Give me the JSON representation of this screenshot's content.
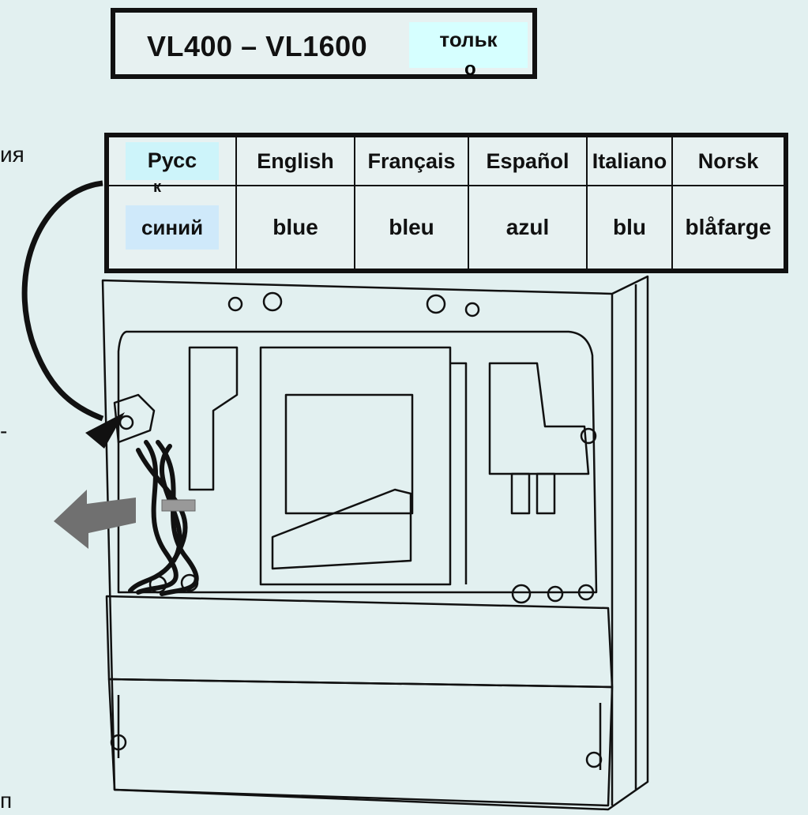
{
  "title": {
    "main": "VL400 – VL1600",
    "note": "тольк",
    "note_tail": "о"
  },
  "table": {
    "headers": [
      "Русс",
      "English",
      "Français",
      "Español",
      "Italiano",
      "Norsk"
    ],
    "ru_header_tail": "к",
    "values": [
      "синий",
      "blue",
      "bleu",
      "azul",
      "blu",
      "blåfarge"
    ]
  },
  "edge_fragments": {
    "top_left": "ия",
    "mid_left": "-",
    "bottom_left": "п"
  },
  "colors": {
    "background": "#e2f0f0",
    "border": "#111111",
    "ru_header_fill": "#cdf4fa",
    "ru_value_fill": "#cfe9fa",
    "arrow_gray": "#707070"
  }
}
